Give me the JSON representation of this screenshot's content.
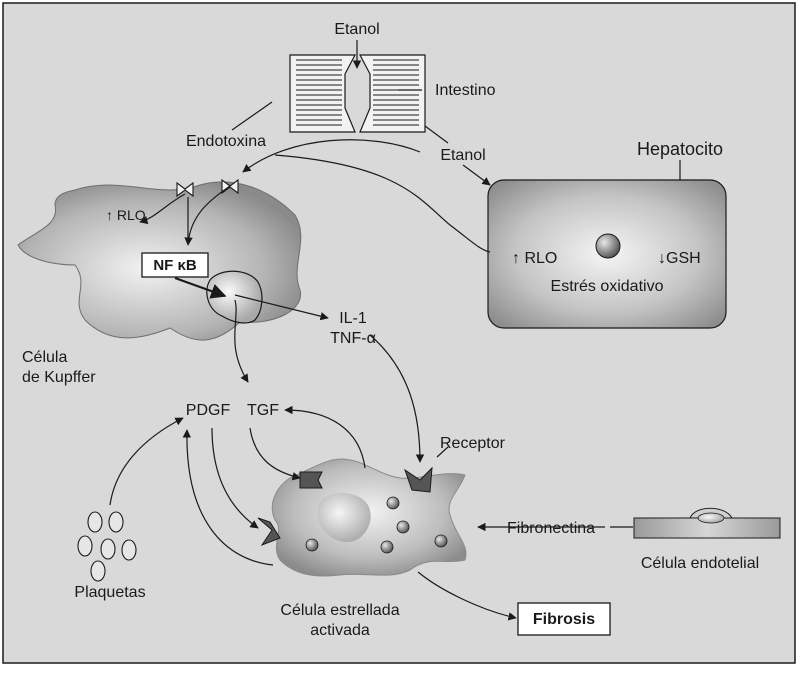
{
  "labels": {
    "etanol_top": "Etanol",
    "intestino": "Intestino",
    "endotoxina": "Endotoxina",
    "etanol_mid": "Etanol",
    "hepatocito": "Hepatocito",
    "rlo_hep": "↑ RLO",
    "gsh": "↓GSH",
    "estres": "Estrés oxidativo",
    "rlo_kupffer": "↑ RLO",
    "nfkb": "NF κB",
    "il1": "IL-1",
    "tnf": "TNF-α",
    "kupffer_line1": "Célula",
    "kupffer_line2": "de Kupffer",
    "pdgf": "PDGF",
    "tgf": "TGF",
    "receptor": "Receptor",
    "fibronectina": "Fibronectina",
    "endotelial": "Célula endotelial",
    "plaquetas": "Plaquetas",
    "estrellada_line1": "Célula estrellada",
    "estrellada_line2": "activada",
    "fibrosis": "Fibrosis"
  },
  "colors": {
    "background": "#d9d9d9",
    "cell_dark": "#8c8c8c",
    "cell_light": "#f0f0f0",
    "stroke": "#1a1a1a"
  }
}
